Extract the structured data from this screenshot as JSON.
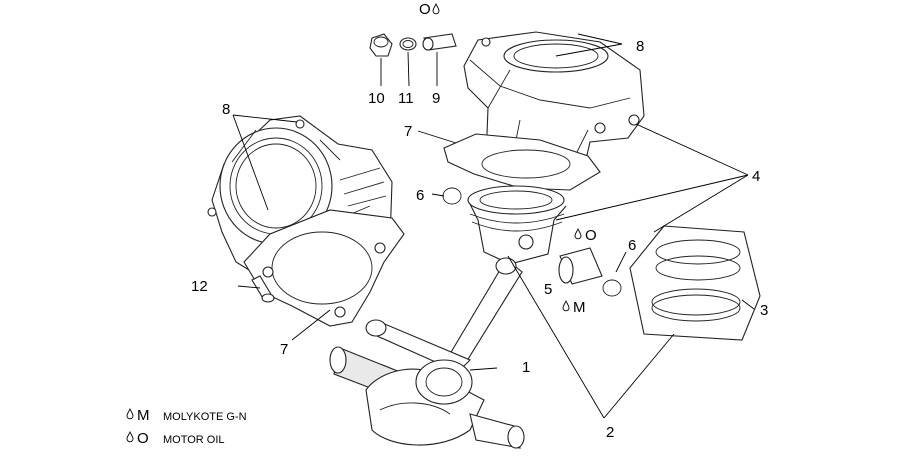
{
  "callouts": {
    "c1": "1",
    "c2": "2",
    "c3": "3",
    "c4": "4",
    "c5": "5",
    "c6a": "6",
    "c6b": "6",
    "c7a": "7",
    "c7b": "7",
    "c8a": "8",
    "c8b": "8",
    "c9": "9",
    "c10": "10",
    "c11": "11",
    "c12": "12"
  },
  "lube_marks": {
    "top": "O",
    "piston": "O",
    "pin": "M"
  },
  "legend": {
    "items": [
      {
        "symbol": "M",
        "text": "MOLYKOTE G-N"
      },
      {
        "symbol": "O",
        "text": "MOTOR OIL"
      }
    ]
  },
  "colors": {
    "line": "#222222",
    "shade": "#e9e9e9",
    "background": "#ffffff"
  },
  "icons": {
    "lubrication": "oil-drop-icon"
  }
}
